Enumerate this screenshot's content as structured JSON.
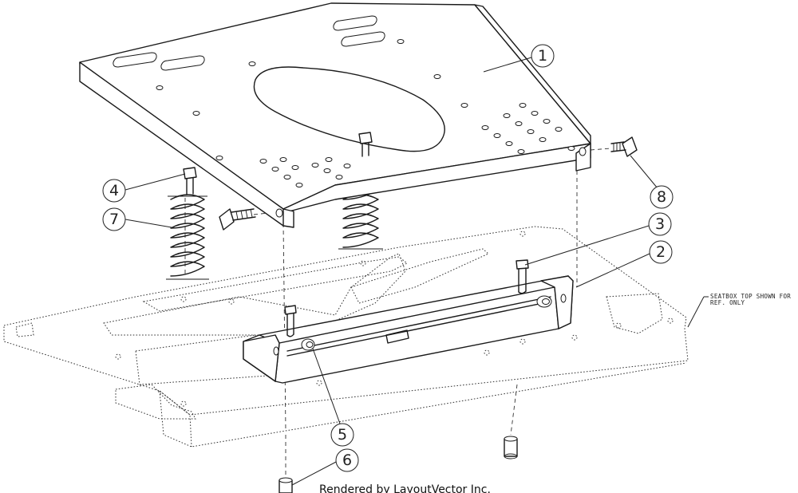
{
  "balloons": [
    {
      "id": "balloon-1",
      "label": "1"
    },
    {
      "id": "balloon-2",
      "label": "2"
    },
    {
      "id": "balloon-3",
      "label": "3"
    },
    {
      "id": "balloon-4",
      "label": "4"
    },
    {
      "id": "balloon-5",
      "label": "5"
    },
    {
      "id": "balloon-6",
      "label": "6"
    },
    {
      "id": "balloon-7",
      "label": "7"
    },
    {
      "id": "balloon-8",
      "label": "8"
    }
  ],
  "note": {
    "line1": "SEATBOX TOP SHOWN FOR",
    "line2": "REF. ONLY"
  },
  "footer": "Rendered by LayoutVector Inc."
}
